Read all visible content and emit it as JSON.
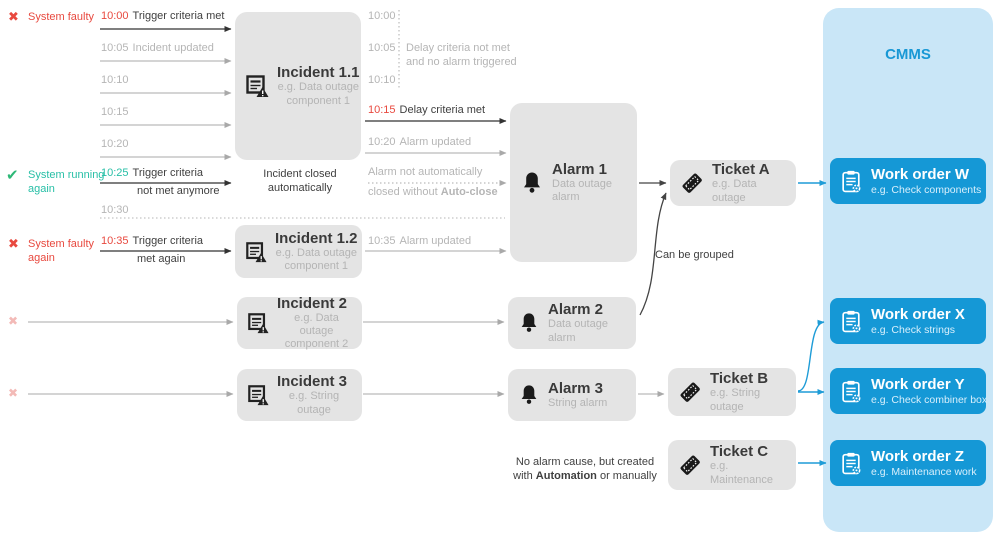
{
  "colors": {
    "red": "#e8493f",
    "faded_red": "#f3bab7",
    "green_check": "#2eb877",
    "teal": "#27bfa6",
    "blue_accent": "#1598d6",
    "cmms_panel": "#c9e6f7",
    "node_gray": "#e4e4e4",
    "text_dark": "#3f3f3f",
    "text_gray": "#b5b5b5",
    "line_gray": "#a9a9a9",
    "line_black": "#333333"
  },
  "icons": {
    "fault_glyph": "✖",
    "ok_glyph": "✔"
  },
  "statuses": {
    "faulty": "System faulty",
    "running": "System running again",
    "faulty_again": "System faulty again"
  },
  "timeline_left": [
    {
      "time": "10:00",
      "label": "Trigger criteria met"
    },
    {
      "time": "10:05",
      "label": "Incident updated"
    },
    {
      "time": "10:10",
      "label": ""
    },
    {
      "time": "10:15",
      "label": ""
    },
    {
      "time": "10:20",
      "label": ""
    },
    {
      "time": "10:25",
      "label": "Trigger criteria",
      "label2": "not met anymore"
    },
    {
      "time": "10:30",
      "label": ""
    },
    {
      "time": "10:35",
      "label": "Trigger criteria",
      "label2": "met again"
    }
  ],
  "timeline_mid": [
    {
      "time": "10:00",
      "label": ""
    },
    {
      "time": "10:05",
      "label": "Delay criteria not met",
      "label2": "and no alarm triggered"
    },
    {
      "time": "10:10",
      "label": ""
    },
    {
      "time": "10:15",
      "label": "Delay criteria met"
    },
    {
      "time": "10:20",
      "label": "Alarm updated"
    },
    {
      "time": "10:35",
      "label": "Alarm updated"
    }
  ],
  "notes": {
    "incident_closed": "Incident closed automatically",
    "alarm_not_closed_line1": "Alarm not automatically",
    "alarm_not_closed_line2_pre": "closed without ",
    "alarm_not_closed_bold": "Auto-close",
    "can_be_grouped": "Can be grouped",
    "no_alarm_line1": "No alarm cause, but created",
    "no_alarm_line2_pre": "with ",
    "no_alarm_bold": "Automation",
    "no_alarm_line2_post": " or manually"
  },
  "boxes": {
    "incident11": {
      "title": "Incident 1.1",
      "subtitle": "e.g. Data outage component 1"
    },
    "incident12": {
      "title": "Incident 1.2",
      "subtitle": "e.g. Data outage component 1"
    },
    "incident2": {
      "title": "Incident 2",
      "subtitle": "e.g. Data outage component 2"
    },
    "incident3": {
      "title": "Incident 3",
      "subtitle": "e.g. String outage"
    },
    "alarm1": {
      "title": "Alarm 1",
      "subtitle": "Data outage alarm"
    },
    "alarm2": {
      "title": "Alarm 2",
      "subtitle": "Data outage alarm"
    },
    "alarm3": {
      "title": "Alarm 3",
      "subtitle": "String alarm"
    },
    "ticketA": {
      "title": "Ticket A",
      "subtitle": "e.g. Data outage"
    },
    "ticketB": {
      "title": "Ticket B",
      "subtitle": "e.g. String outage"
    },
    "ticketC": {
      "title": "Ticket C",
      "subtitle": "e.g. Maintenance"
    },
    "cmms": {
      "title": "CMMS"
    },
    "workW": {
      "title": "Work order W",
      "subtitle": "e.g. Check components"
    },
    "workX": {
      "title": "Work order X",
      "subtitle": "e.g. Check strings"
    },
    "workY": {
      "title": "Work order Y",
      "subtitle": "e.g. Check combiner box"
    },
    "workZ": {
      "title": "Work order Z",
      "subtitle": "e.g. Maintenance work"
    }
  }
}
